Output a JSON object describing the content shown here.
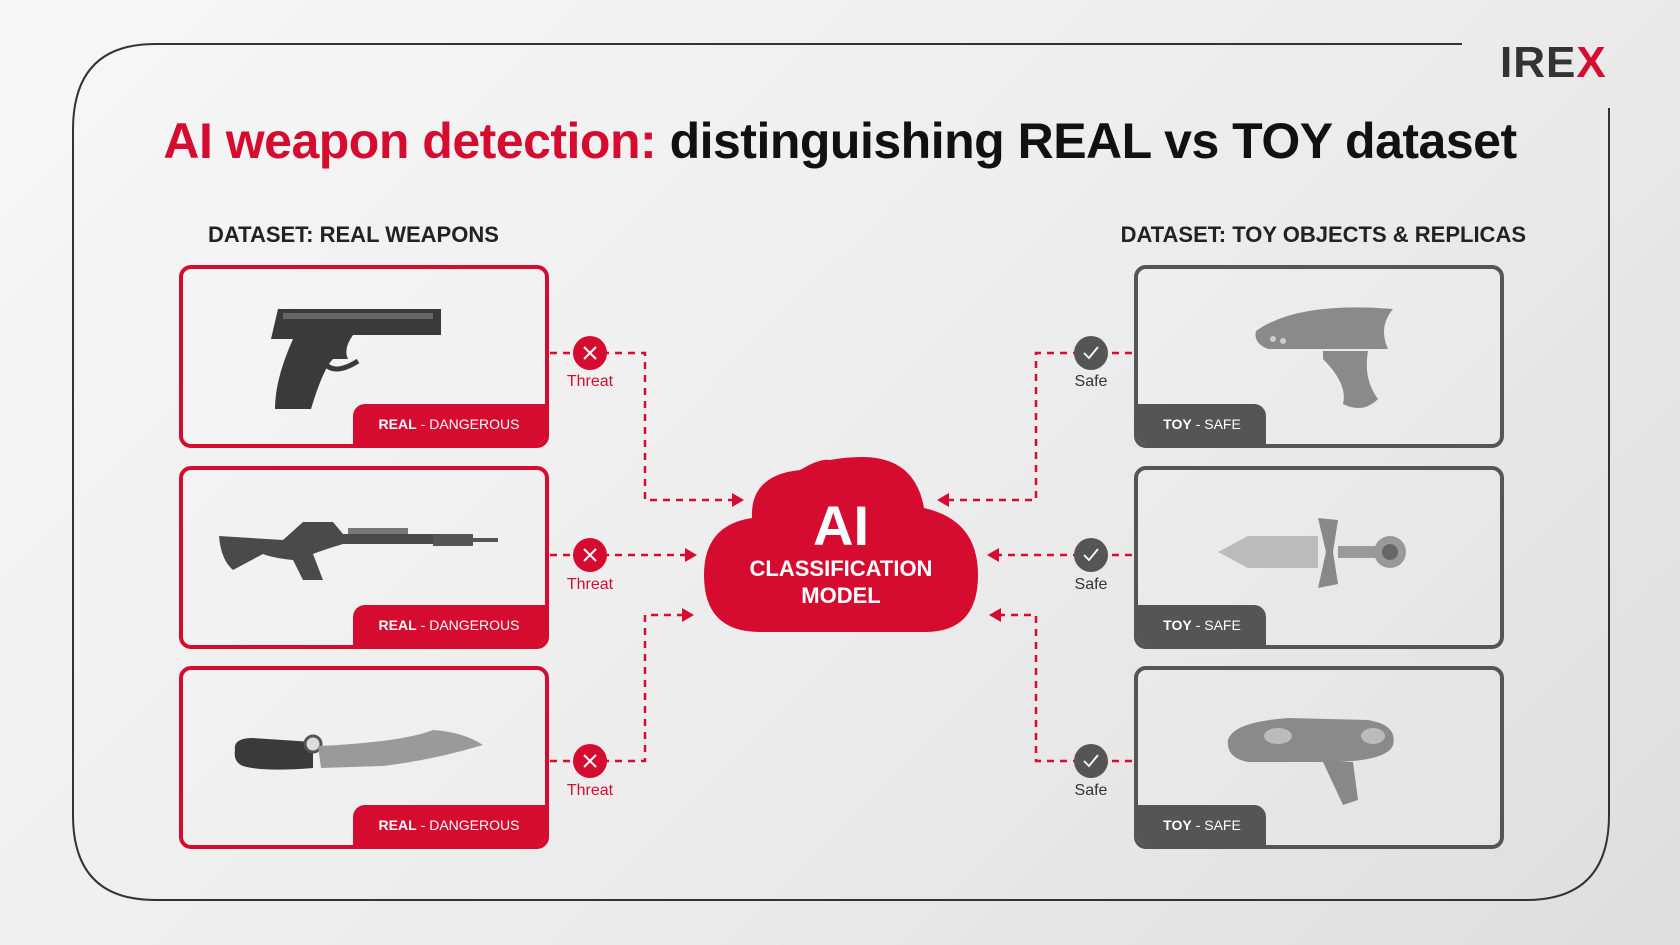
{
  "logo": {
    "text_main": "IRE",
    "text_accent": "X"
  },
  "title": {
    "highlight": "AI weapon detection:",
    "rest": " distinguishing REAL vs TOY dataset"
  },
  "sections": {
    "left": "DATASET: REAL WEAPONS",
    "right": "DATASET: TOY OBJECTS & REPLICAS"
  },
  "real_cards": [
    {
      "item": "pistol",
      "badge_bold": "REAL",
      "badge_rest": "- DANGEROUS",
      "status": "Threat"
    },
    {
      "item": "rifle",
      "badge_bold": "REAL",
      "badge_rest": "- DANGEROUS",
      "status": "Threat"
    },
    {
      "item": "knife",
      "badge_bold": "REAL",
      "badge_rest": "- DANGEROUS",
      "status": "Threat"
    }
  ],
  "toy_cards": [
    {
      "item": "ray-gun",
      "badge_bold": "TOY",
      "badge_rest": "- SAFE",
      "status": "Safe"
    },
    {
      "item": "toy-sword",
      "badge_bold": "TOY",
      "badge_rest": "- SAFE",
      "status": "Safe"
    },
    {
      "item": "water-gun",
      "badge_bold": "TOY",
      "badge_rest": "- SAFE",
      "status": "Safe"
    }
  ],
  "model": {
    "line1": "AI",
    "line2": "CLASSIFICATION",
    "line3": "MODEL"
  },
  "colors": {
    "accent": "#d50c30",
    "dark": "#555555"
  }
}
